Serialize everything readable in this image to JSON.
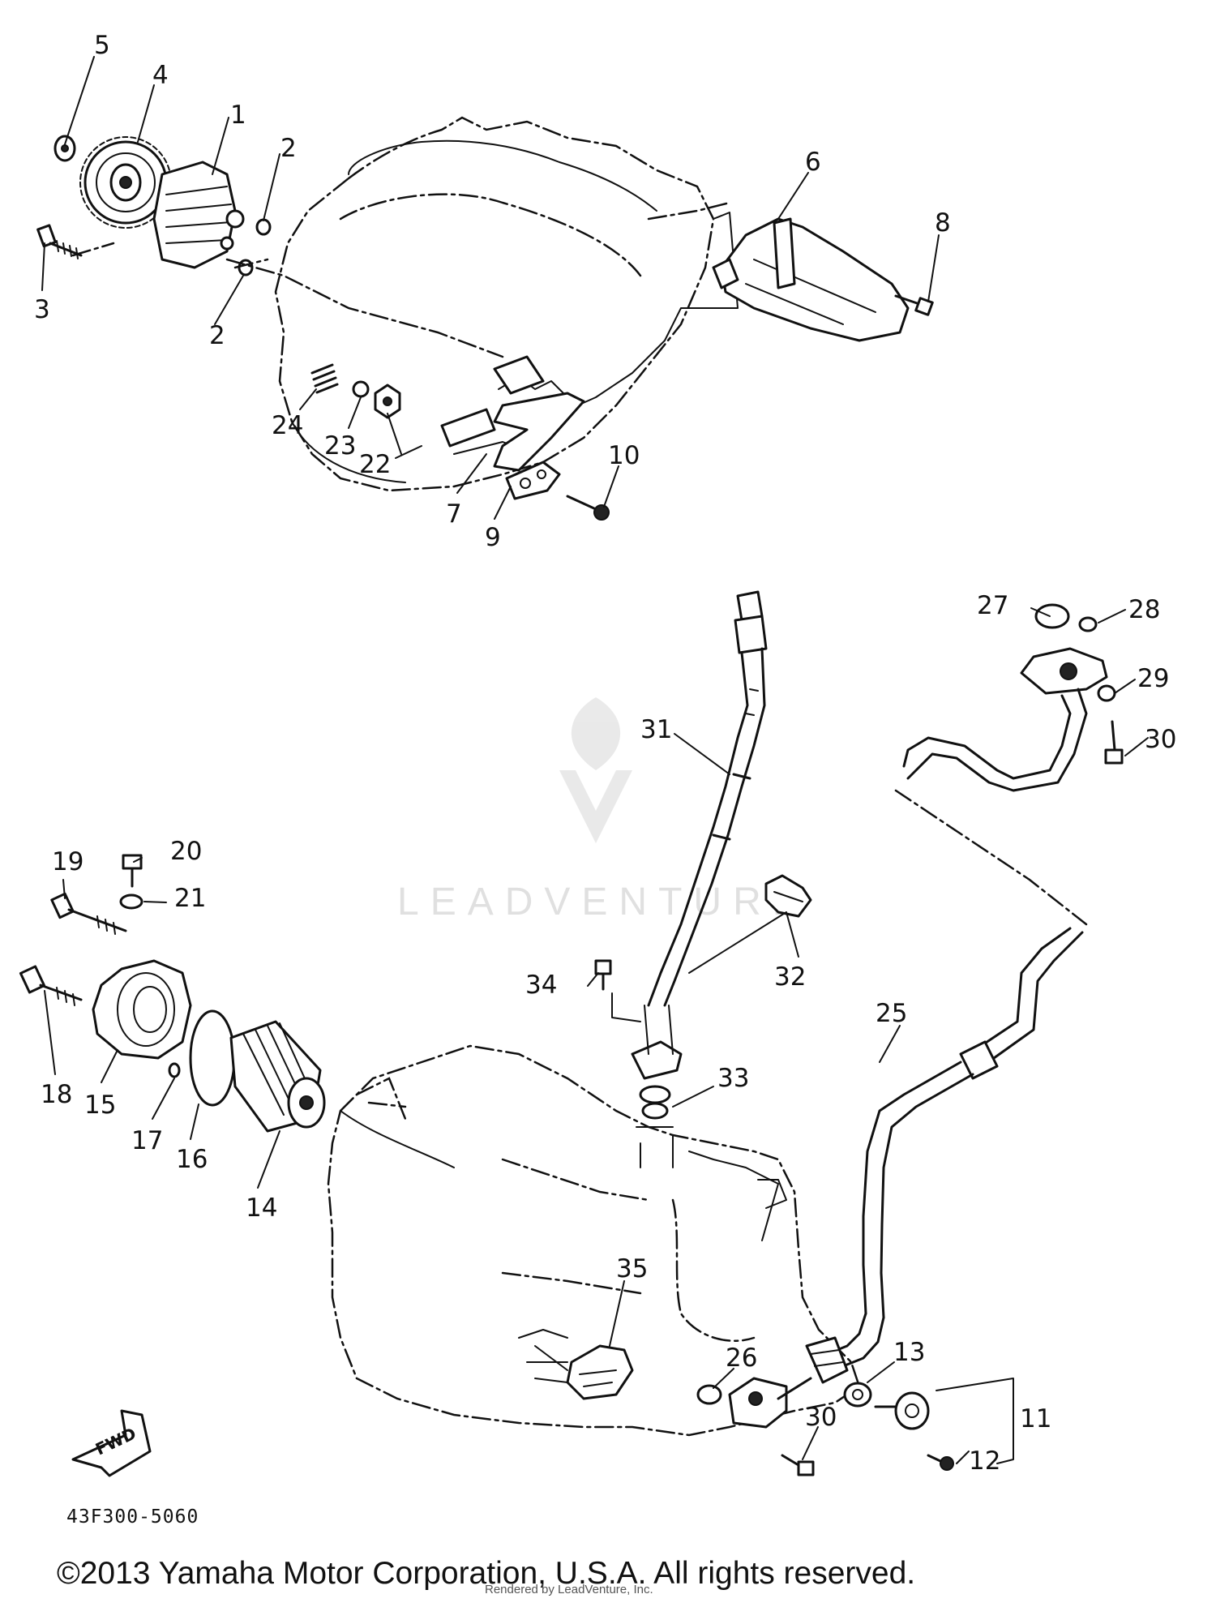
{
  "callouts": [
    {
      "id": "c1",
      "label": "1"
    },
    {
      "id": "c2a",
      "label": "2"
    },
    {
      "id": "c2b",
      "label": "2"
    },
    {
      "id": "c3",
      "label": "3"
    },
    {
      "id": "c4",
      "label": "4"
    },
    {
      "id": "c5",
      "label": "5"
    },
    {
      "id": "c6",
      "label": "6"
    },
    {
      "id": "c7",
      "label": "7"
    },
    {
      "id": "c8",
      "label": "8"
    },
    {
      "id": "c9",
      "label": "9"
    },
    {
      "id": "c10",
      "label": "10"
    },
    {
      "id": "c11",
      "label": "11"
    },
    {
      "id": "c12",
      "label": "12"
    },
    {
      "id": "c13",
      "label": "13"
    },
    {
      "id": "c14",
      "label": "14"
    },
    {
      "id": "c15",
      "label": "15"
    },
    {
      "id": "c16",
      "label": "16"
    },
    {
      "id": "c17",
      "label": "17"
    },
    {
      "id": "c18",
      "label": "18"
    },
    {
      "id": "c19",
      "label": "19"
    },
    {
      "id": "c20",
      "label": "20"
    },
    {
      "id": "c21",
      "label": "21"
    },
    {
      "id": "c22",
      "label": "22"
    },
    {
      "id": "c23",
      "label": "23"
    },
    {
      "id": "c24",
      "label": "24"
    },
    {
      "id": "c25",
      "label": "25"
    },
    {
      "id": "c26",
      "label": "26"
    },
    {
      "id": "c27",
      "label": "27"
    },
    {
      "id": "c28",
      "label": "28"
    },
    {
      "id": "c29",
      "label": "29"
    },
    {
      "id": "c30a",
      "label": "30"
    },
    {
      "id": "c30b",
      "label": "30"
    },
    {
      "id": "c31",
      "label": "31"
    },
    {
      "id": "c32",
      "label": "32"
    },
    {
      "id": "c33",
      "label": "33"
    },
    {
      "id": "c34",
      "label": "34"
    },
    {
      "id": "c35",
      "label": "35"
    }
  ],
  "drawing_code": "43F300-5060",
  "fwd_arrow_text": "FWD",
  "watermark_text": "LEADVENTURE",
  "copyright": "©2013 Yamaha Motor Corporation, U.S.A. All rights reserved.",
  "rendered_by": "Rendered by LeadVenture, Inc."
}
